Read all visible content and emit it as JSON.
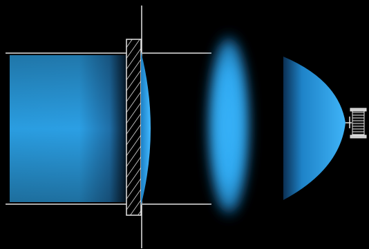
{
  "diagram": {
    "background_color": "#000000",
    "beam_color": "#2aa7ee",
    "beam_highlight_color": "#5cc8ff",
    "line_color": "#e6e6e6",
    "stage_count": 4,
    "elements": [
      {
        "name": "collimated-beam",
        "shape": "rectangle-gradient"
      },
      {
        "name": "hatched-mirror",
        "shape": "hatched-plate"
      },
      {
        "name": "lens-blur",
        "shape": "blurred-ellipse"
      },
      {
        "name": "converging-cone",
        "shape": "parabolic-gradient"
      },
      {
        "name": "detector",
        "shape": "finned-sensor-icon"
      }
    ]
  }
}
